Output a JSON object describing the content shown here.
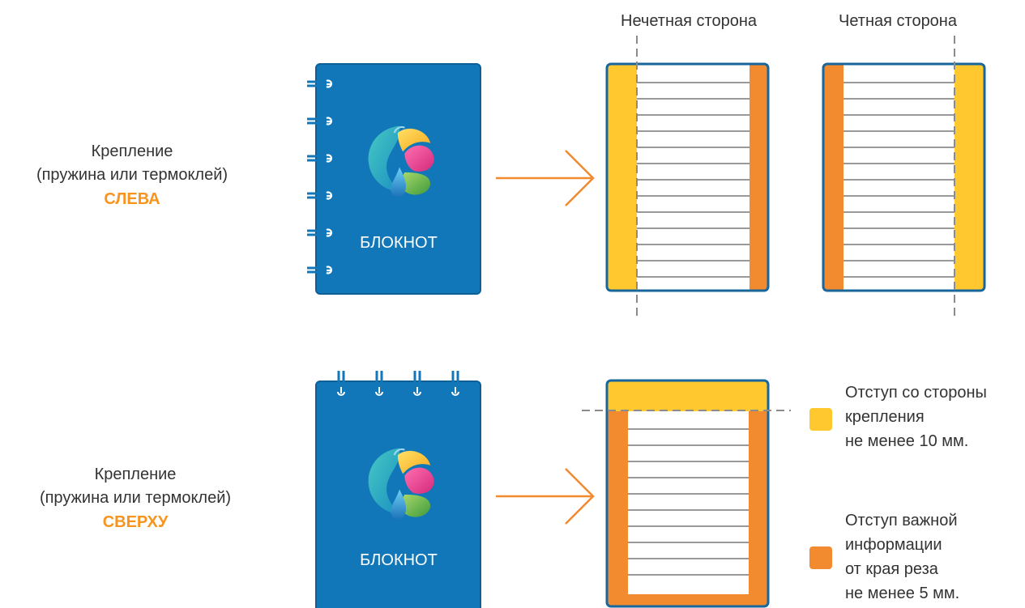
{
  "colors": {
    "notebook_blue": "#1177b8",
    "notebook_border": "#0d5f96",
    "binding_margin": "#ffc82e",
    "safe_margin": "#f28a30",
    "frame_border": "#17679e",
    "accent_text": "#f7941d",
    "arrow": "#f28a30",
    "guide_line": "#8c8c8c",
    "text": "#333333"
  },
  "header": {
    "odd_side": "Нечетная сторона",
    "even_side": "Четная сторона"
  },
  "rows": [
    {
      "caption_line1": "Крепление",
      "caption_line2": "(пружина или термоклей)",
      "caption_accent": "СЛЕВА",
      "notebook_title": "БЛОКНОТ"
    },
    {
      "caption_line1": "Крепление",
      "caption_line2": "(пружина или термоклей)",
      "caption_accent": "СВЕРХУ",
      "notebook_title": "БЛОКНОТ"
    }
  ],
  "legend": {
    "binding_line1": "Отступ со стороны",
    "binding_line2": "крепления",
    "binding_line3": "не менее 10 мм.",
    "safe_line1": "Отступ важной",
    "safe_line2": "информации",
    "safe_line3": "от края реза",
    "safe_line4": "не менее 5 мм."
  }
}
